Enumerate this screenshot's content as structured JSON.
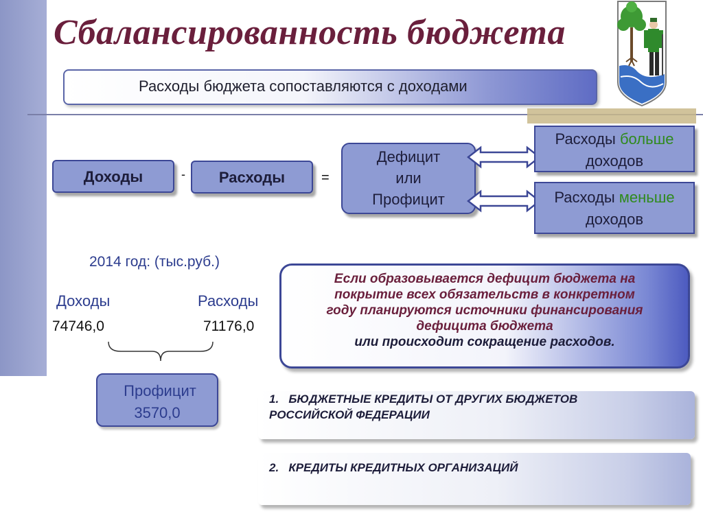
{
  "title": "Сбалансированность бюджета",
  "subtitle": "Расходы бюджета сопоставляются с доходами",
  "formula": {
    "income_label": "Доходы",
    "minus": "-",
    "expense_label": "Расходы",
    "equals": "=",
    "result_line1": "Дефицит",
    "result_line2": "или",
    "result_line3": "Профицит"
  },
  "outcomes": {
    "more": {
      "prefix": "Расходы ",
      "highlight": "больше",
      "suffix": "доходов"
    },
    "less": {
      "prefix": "Расходы ",
      "highlight": "меньше",
      "suffix": "доходов"
    }
  },
  "year_section": {
    "heading": "2014 год: (тыс.руб.)",
    "income_label": "Доходы",
    "expense_label": "Расходы",
    "income_value": "74746,0",
    "expense_value": "71176,0",
    "result_label": "Профицит",
    "result_value": "3570,0"
  },
  "note": {
    "line1": "Если образовывается дефицит бюджета на",
    "line2": "покрытие всех обязательств в конкретном",
    "line3": "году планируются источники финансирования",
    "line4": "дефицита бюджета",
    "line5": "или происходит сокращение расходов."
  },
  "sources": [
    {
      "number": "1.",
      "text_line1": "БЮДЖЕТНЫЕ КРЕДИТЫ ОТ ДРУГИХ БЮДЖЕТОВ",
      "text_line2": "РОССИЙСКОЙ ФЕДЕРАЦИИ"
    },
    {
      "number": "2.",
      "text_line1": "КРЕДИТЫ КРЕДИТНЫХ ОРГАНИЗАЦИЙ"
    }
  ],
  "colors": {
    "title": "#6a1f3c",
    "box_fill": "#8e9bd3",
    "box_border": "#3c4796",
    "highlight_green": "#2f8a1c",
    "heading_blue": "#2c3c8e"
  },
  "icons": [
    "coat-of-arms-icon",
    "double-arrow-icon",
    "brace-icon"
  ]
}
